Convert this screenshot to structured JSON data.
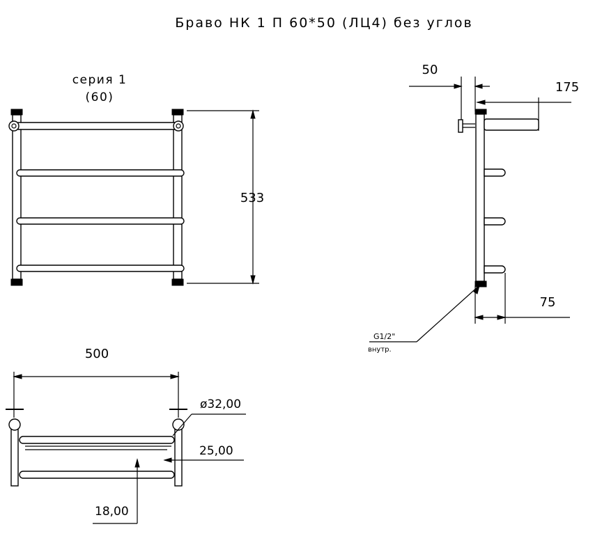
{
  "title": "Браво НК 1 П 60*50 (ЛЦ4) без углов",
  "front_view": {
    "series_line1": "серия 1",
    "series_line2": "(60)",
    "height_dim": "533"
  },
  "side_view": {
    "depth_dim": "50",
    "offset_dim": "175",
    "bottom_dim": "75",
    "thread_label": "G1/2\"",
    "thread_sub": "внутр."
  },
  "top_view": {
    "width_dim": "500",
    "diameter_dim": "ø32,00",
    "rail_dim": "25,00",
    "small_dim": "18,00"
  }
}
